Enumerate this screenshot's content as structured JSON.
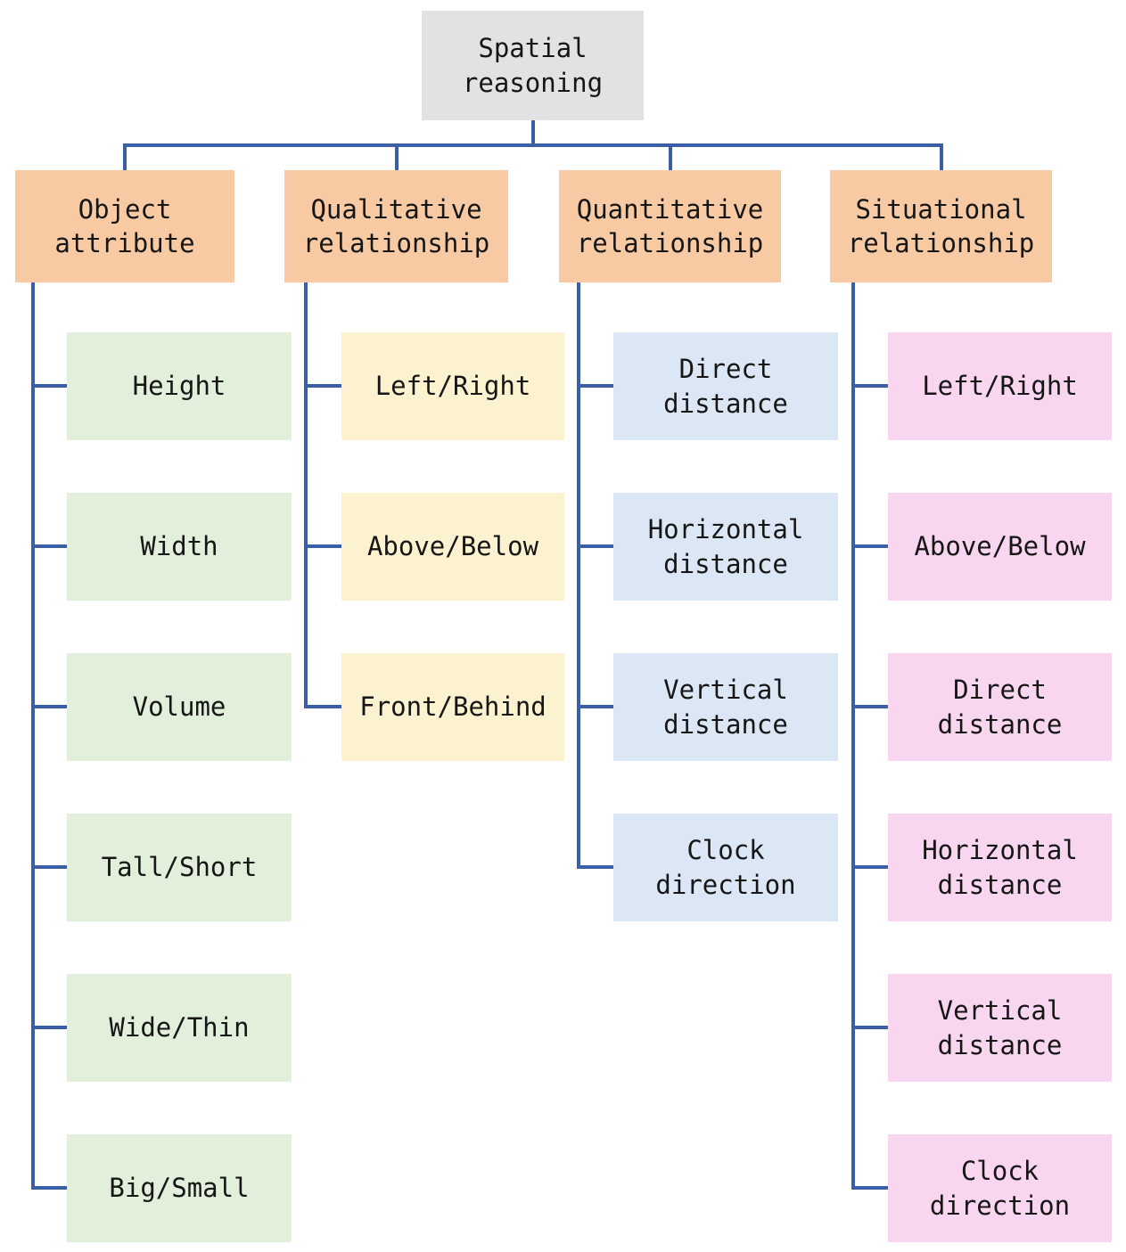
{
  "root": {
    "label": "Spatial reasoning"
  },
  "colors": {
    "root_fill": "#e2e2e2",
    "category_fill": "#f7caa4",
    "connector": "#3a5fa7",
    "text": "#161616",
    "green": "#e2efda",
    "yellow": "#fdf2cf",
    "blue": "#dbe7f4",
    "pink": "#f9d6ef"
  },
  "columns": [
    {
      "id": "object-attribute",
      "label": "Object attribute",
      "child_color": "green",
      "children": [
        "Height",
        "Width",
        "Volume",
        "Tall/Short",
        "Wide/Thin",
        "Big/Small"
      ]
    },
    {
      "id": "qualitative-relationship",
      "label": "Qualitative relationship",
      "child_color": "yellow",
      "children": [
        "Left/Right",
        "Above/Below",
        "Front/Behind"
      ]
    },
    {
      "id": "quantitative-relationship",
      "label": "Quantitative relationship",
      "child_color": "blue",
      "children": [
        "Direct distance",
        "Horizontal distance",
        "Vertical distance",
        "Clock direction"
      ]
    },
    {
      "id": "situational-relationship",
      "label": "Situational relationship",
      "child_color": "pink",
      "children": [
        "Left/Right",
        "Above/Below",
        "Direct distance",
        "Horizontal distance",
        "Vertical distance",
        "Clock direction"
      ]
    }
  ]
}
